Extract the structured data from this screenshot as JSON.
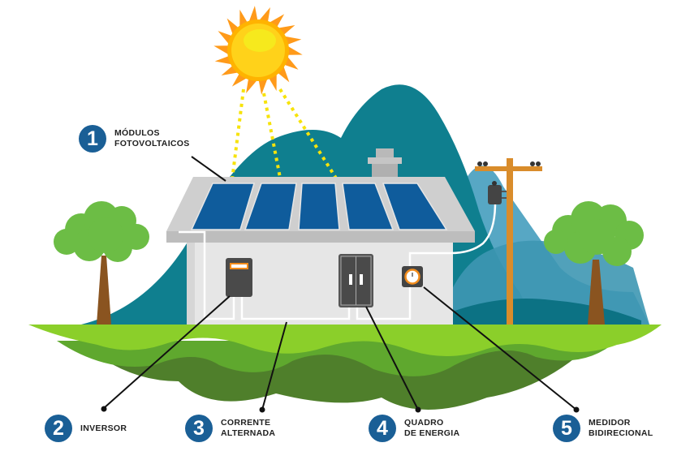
{
  "title": "Sistema de energia solar fotovoltaica",
  "colors": {
    "badge": "#1a5f96",
    "panel": "#0f5c9c",
    "sun": "#ffb300",
    "mountain_dark": "#0f7f8f",
    "mountain_light": "#57a7c4",
    "grass": "#8bcf2a",
    "grass_mid": "#5fa82e",
    "grass_dark": "#4b7f2a",
    "tree": "#6cbd45",
    "trunk": "#8a5420",
    "pole": "#d98c2b",
    "house": "#e8e8e8",
    "roof": "#c8c8c8",
    "ray": "#f7e30a"
  },
  "labels": [
    {
      "number": "1",
      "line1": "MÓDULOS",
      "line2": "FOTOVOLTAICOS",
      "target": "solar-panels"
    },
    {
      "number": "2",
      "line1": "INVERSOR",
      "line2": "",
      "target": "inverter"
    },
    {
      "number": "3",
      "line1": "CORRENTE",
      "line2": "ALTERNADA",
      "target": "ac-wiring"
    },
    {
      "number": "4",
      "line1": "QUADRO",
      "line2": "DE ENERGIA",
      "target": "power-panel"
    },
    {
      "number": "5",
      "line1": "MEDIDOR",
      "line2": "BIDIRECIONAL",
      "target": "bidirectional-meter"
    }
  ],
  "elements": {
    "sun": "sun-icon",
    "panels_count": 5,
    "trees_count": 2,
    "utility_pole": "utility-pole-icon"
  }
}
